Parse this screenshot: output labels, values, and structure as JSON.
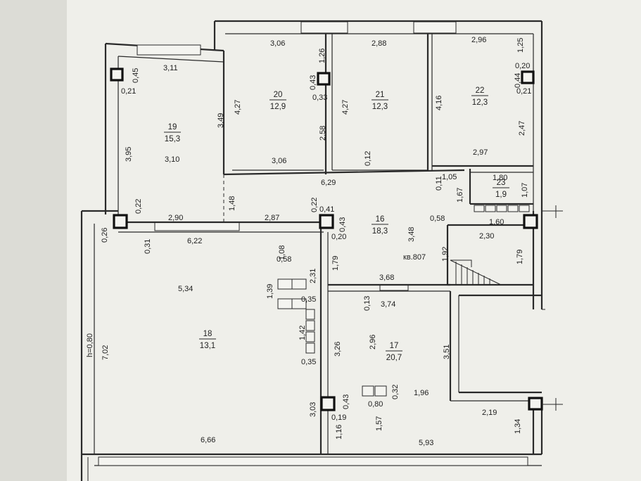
{
  "plan_label": "кв.807",
  "height_note": "h=0,80",
  "rooms": [
    {
      "number": "16",
      "area": "18,3"
    },
    {
      "number": "17",
      "area": "20,7"
    },
    {
      "number": "18",
      "area": "13,1"
    },
    {
      "number": "19",
      "area": "15,3"
    },
    {
      "number": "20",
      "area": "12,9"
    },
    {
      "number": "21",
      "area": "12,3"
    },
    {
      "number": "22",
      "area": "12,3"
    },
    {
      "number": "23",
      "area": "1,9"
    }
  ],
  "dimensions": [
    "3,06",
    "1,26",
    "2,88",
    "2,96",
    "1,25",
    "0,45",
    "3,11",
    "0,21",
    "0,43",
    "0,33",
    "0,20",
    "0,44",
    "0,21",
    "4,27",
    "4,27",
    "4,16",
    "3,49",
    "3,95",
    "2,58",
    "2,47",
    "3,10",
    "3,06",
    "0,12",
    "2,97",
    "6,29",
    "0,11",
    "1,05",
    "1,80",
    "1,67",
    "1,07",
    "1,48",
    "0,22",
    "0,22",
    "0,41",
    "0,43",
    "0,58",
    "1,60",
    "2,90",
    "2,87",
    "0,26",
    "0,31",
    "6,22",
    "1,08",
    "0,20",
    "3,48",
    "2,30",
    "0,58",
    "2,31",
    "1,79",
    "1,92",
    "1,79",
    "5,34",
    "1,39",
    "3,68",
    "0,35",
    "0,13",
    "3,74",
    "1,42",
    "7,02",
    "3,26",
    "2,96",
    "3,51",
    "0,35",
    "0,32",
    "1,96",
    "3,03",
    "0,43",
    "0,80",
    "0,19",
    "2,19",
    "1,57",
    "1,16",
    "6,66",
    "5,93",
    "1,34"
  ]
}
